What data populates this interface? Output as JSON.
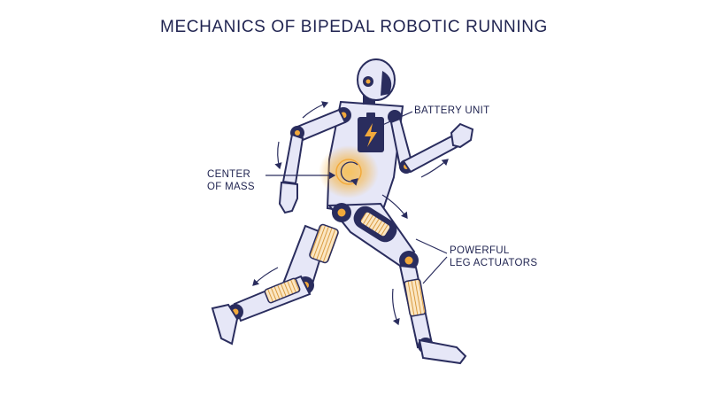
{
  "title": "MECHANICS OF BIPEDAL ROBOTIC RUNNING",
  "labels": {
    "battery": "BATTERY UNIT",
    "com_line1": "CENTER",
    "com_line2": "OF MASS",
    "act_line1": "POWERFUL",
    "act_line2": "LEG ACTUATORS"
  },
  "colors": {
    "navy": "#2a2d5e",
    "shell": "#e6e7f7",
    "accent": "#f2a93b",
    "glow": "#f7c25a",
    "text": "#1f2350"
  }
}
